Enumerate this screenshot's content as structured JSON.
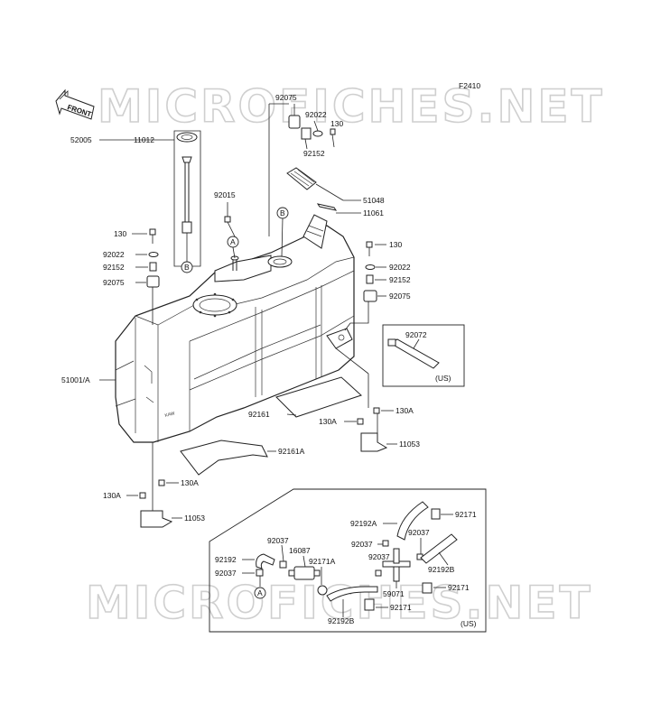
{
  "drawing_code": "F2410",
  "front_label": "FRONT",
  "watermark": "MICROFICHES.NET",
  "callouts": {
    "c_a_circle": "A",
    "c_b_circle": "B",
    "c_b_bottom": "B",
    "c_a_bottom": "A"
  },
  "labels": {
    "l_92075_top": "92075",
    "l_92022_top": "92022",
    "l_130_top": "130",
    "l_92152_top": "92152",
    "l_52005": "52005",
    "l_11012": "11012",
    "l_92015": "92015",
    "l_51048": "51048",
    "l_11061": "11061",
    "l_130_left": "130",
    "l_92022_left": "92022",
    "l_92152_left": "92152",
    "l_92075_left": "92075",
    "l_130_right": "130",
    "l_92022_right": "92022",
    "l_92152_right": "92152",
    "l_92075_right": "92075",
    "l_92072": "92072",
    "l_us_strap": "(US)",
    "l_51001": "51001/A",
    "l_92161": "92161",
    "l_130a_r1": "130A",
    "l_130a_r2": "130A",
    "l_11053_right": "11053",
    "l_92161a": "92161A",
    "l_130a_l1": "130A",
    "l_130a_l2": "130A",
    "l_11053_left": "11053",
    "l_92192a": "92192A",
    "l_92171_a": "92171",
    "l_92037_a": "92037",
    "l_92037_b": "92037",
    "l_92037_c": "92037",
    "l_92037_d": "92037",
    "l_92037_e": "92037",
    "l_92192": "92192",
    "l_16087": "16087",
    "l_92171a": "92171A",
    "l_92192b_r": "92192B",
    "l_59071": "59071",
    "l_92171_b": "92171",
    "l_92171_c": "92171",
    "l_92192b_b": "92192B",
    "l_us_hose": "(US)"
  }
}
